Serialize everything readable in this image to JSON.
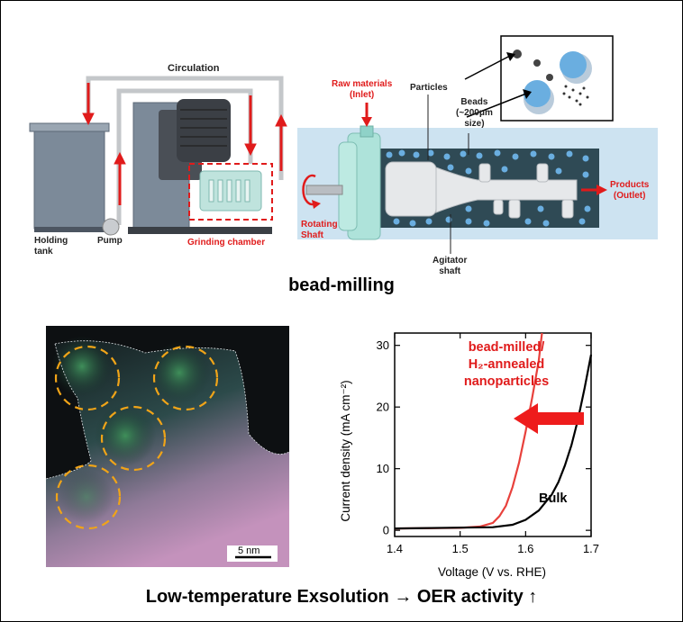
{
  "top_diagram": {
    "labels": {
      "circulation": "Circulation",
      "holding_tank": "Holding\ntank",
      "pump": "Pump",
      "grinding_chamber": "Grinding chamber",
      "raw_materials": "Raw materials\n(Inlet)",
      "particles": "Particles",
      "beads": "Beads\n(~200μm\nsize)",
      "products": "Products\n(Outlet)",
      "rotating_shaft": "Rotating\nShaft",
      "agitator_shaft": "Agitator\nshaft"
    },
    "title": "bead-milling"
  },
  "micrograph": {
    "scale_bar_label": "5 nm"
  },
  "chart_data": {
    "type": "line",
    "xlabel": "Voltage (V vs. RHE)",
    "ylabel": "Current density (mA cm⁻²)",
    "xlim": [
      1.4,
      1.7
    ],
    "ylim": [
      -1,
      32
    ],
    "xticks": [
      "1.4",
      "1.5",
      "1.6",
      "1.7"
    ],
    "yticks": [
      "0",
      "10",
      "20",
      "30"
    ],
    "series": [
      {
        "name_lines": [
          "bead-milled/",
          "H₂-annealed",
          "nanoparticles"
        ],
        "color": "#e8413c",
        "x": [
          1.4,
          1.5,
          1.53,
          1.55,
          1.56,
          1.57,
          1.58,
          1.59,
          1.6,
          1.61,
          1.62,
          1.625
        ],
        "y": [
          0.3,
          0.4,
          0.6,
          1.2,
          2.3,
          4.0,
          7.0,
          11.0,
          16.0,
          21.5,
          27.5,
          32
        ]
      },
      {
        "name": "Bulk",
        "color": "#000000",
        "x": [
          1.4,
          1.55,
          1.58,
          1.6,
          1.62,
          1.64,
          1.65,
          1.66,
          1.67,
          1.68,
          1.69,
          1.7
        ],
        "y": [
          0.3,
          0.5,
          0.9,
          1.7,
          3.2,
          5.8,
          7.8,
          10.5,
          13.8,
          18.0,
          23.0,
          28.5
        ]
      }
    ]
  },
  "caption": "Low-temperature Exsolution → OER activity ↑",
  "colors": {
    "red_accent": "#e01b1b",
    "bead_blue": "#6aaee0",
    "chamber_bg": "#cde3f1",
    "bead_circle": "#f0a418"
  }
}
